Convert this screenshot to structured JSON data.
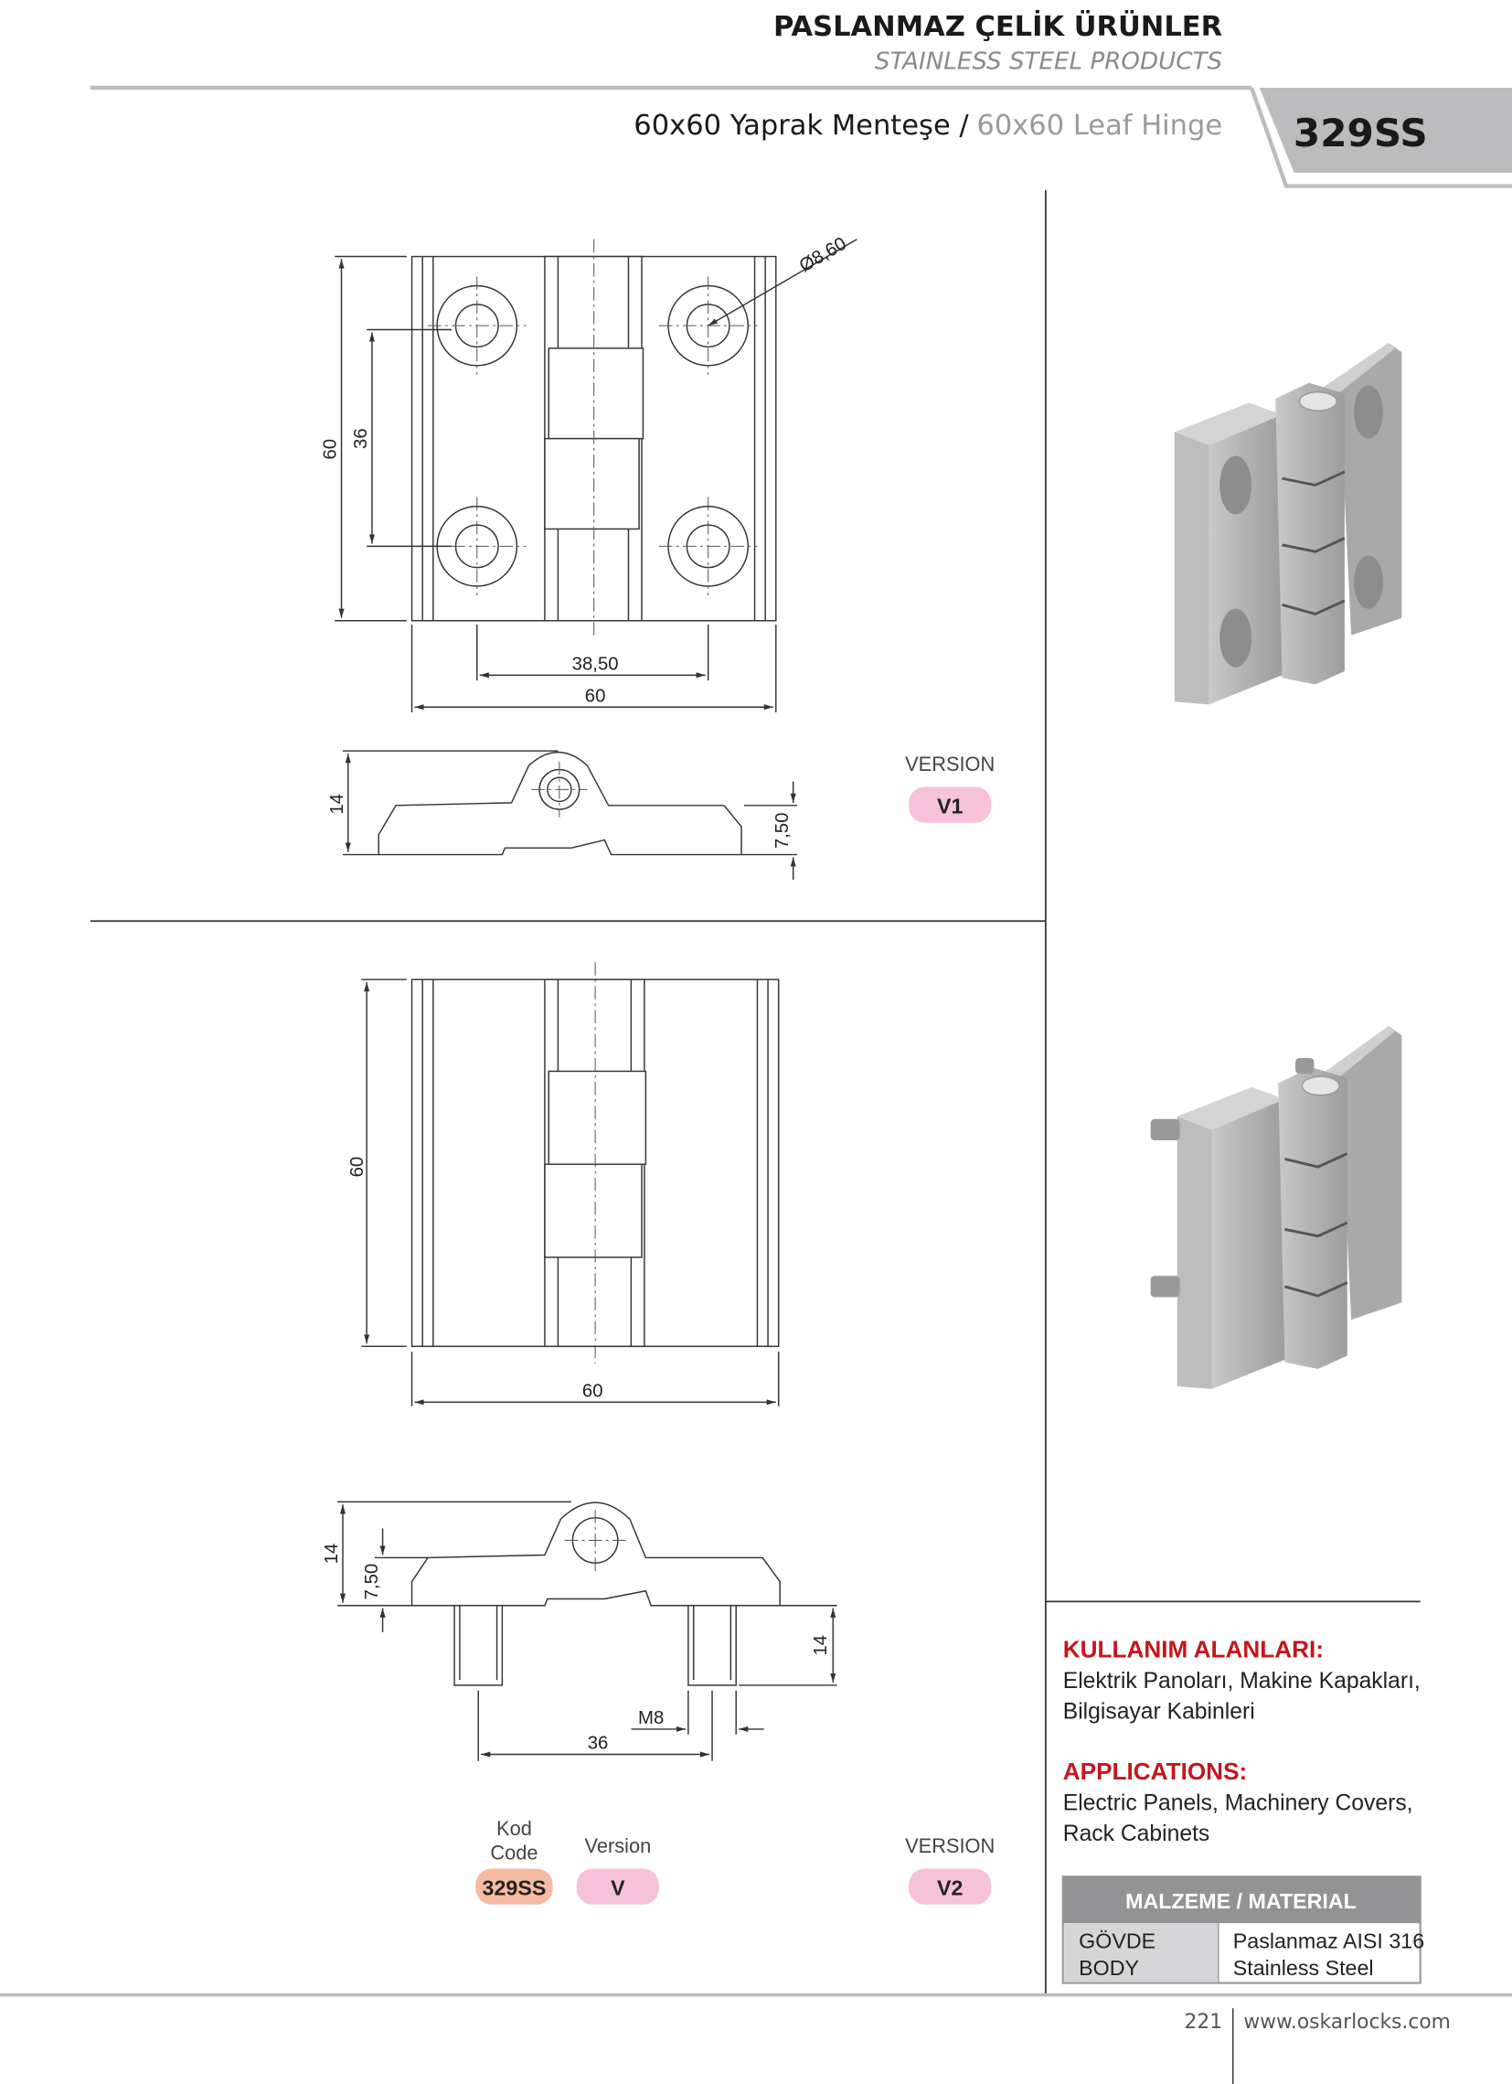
{
  "header": {
    "title_tr": "PASLANMAZ ÇELİK ÜRÜNLER",
    "title_en": "STAINLESS STEEL PRODUCTS",
    "product_name_tr": "60x60 Yaprak Menteşe /",
    "product_name_en": "60x60 Leaf Hinge",
    "product_code": "329SS"
  },
  "v1": {
    "dims": {
      "hole_dia": "Ø8,60",
      "height": "60",
      "hole_spacing_v": "36",
      "hole_spacing_h": "38,50",
      "width": "60",
      "thickness": "14",
      "leaf_offset": "7,50"
    },
    "version_label": "VERSION",
    "version": "V1"
  },
  "v2": {
    "dims": {
      "height": "60",
      "width": "60",
      "thickness": "14",
      "leaf_offset": "7,50",
      "stud_length": "14",
      "thread": "M8",
      "stud_spacing": "36"
    },
    "version_label": "VERSION",
    "version": "V2"
  },
  "order": {
    "code_label_tr": "Kod",
    "code_label_en": "Code",
    "code": "329SS",
    "version_label": "Version",
    "version": "V"
  },
  "applications": {
    "title_tr": "KULLANIM ALANLARI:",
    "text_tr": [
      "Elektrik Panoları, Makine Kapakları,",
      "Bilgisayar Kabinleri"
    ],
    "title_en": "APPLICATIONS:",
    "text_en": [
      "Electric Panels, Machinery Covers,",
      "Rack Cabinets"
    ]
  },
  "material": {
    "header": "MALZEME / MATERIAL",
    "rows": [
      {
        "part_tr": "GÖVDE",
        "part_en": "BODY",
        "value_tr": "Paslanmaz AISI 316",
        "value_en": "Stainless Steel"
      }
    ]
  },
  "footer": {
    "page": "221",
    "website": "www.oskarlocks.com"
  },
  "colors": {
    "accent_red": "#c4161c",
    "badge_pink": "#f6c2da",
    "badge_orange": "#f6bca3",
    "gray": "#bcbcbe"
  }
}
